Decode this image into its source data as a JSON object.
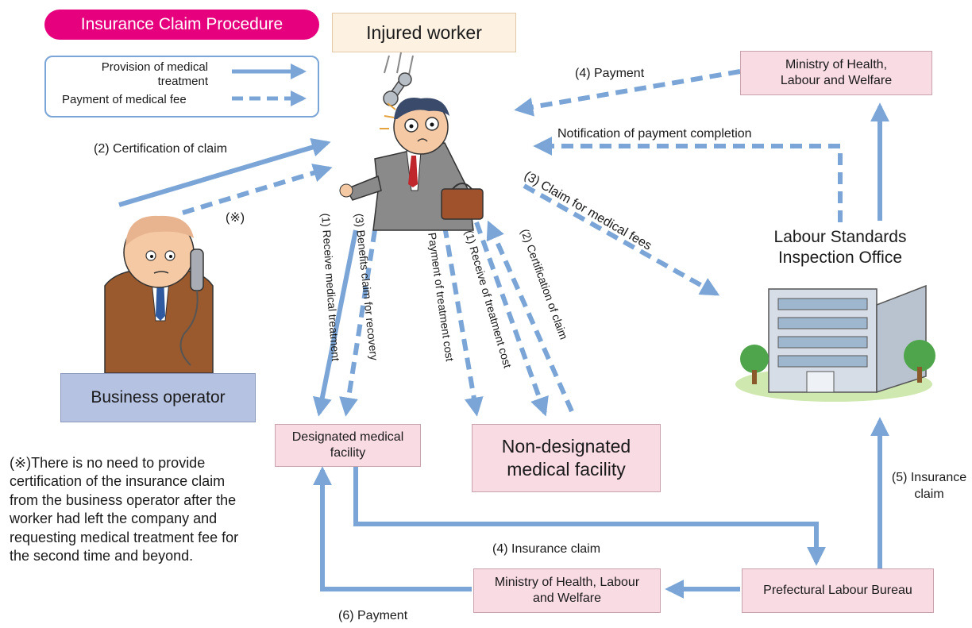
{
  "title_badge": "Insurance Claim Procedure",
  "legend": {
    "solid_label": "Provision of medical treatment",
    "dashed_label": "Payment of medical fee"
  },
  "nodes": {
    "injured_worker": "Injured worker",
    "mhlw_top": "Ministry of Health, Labour and Welfare",
    "lsio": "Labour Standards Inspection Office",
    "business_operator": "Business operator",
    "designated_facility": "Designated medical facility",
    "non_designated_facility": "Non-designated medical facility",
    "mhlw_bottom": "Ministry of Health, Labour and Welfare",
    "prefectural_bureau": "Prefectural Labour Bureau"
  },
  "flows": {
    "payment_4_top": "(4) Payment",
    "notification": "Notification of payment completion",
    "certification_2_left": "(2) Certification of claim",
    "note_mark": "(※)",
    "claim_medical_fees_3": "(3) Claim for medical fees",
    "receive_treatment_1": "(1) Receive medical treatment",
    "benefits_claim_3": "(3) Benefits claim for recovery",
    "payment_treatment_cost": "Payment of treatment cost",
    "receive_treatment_cost_1": "(1) Receive of treatment cost",
    "certification_2_right": "(2) Certification of claim",
    "insurance_claim_4": "(4) Insurance claim",
    "insurance_claim_5": "(5) Insurance claim",
    "payment_6": "(6) Payment"
  },
  "footnote": "(※)There is no need to provide certification of the insurance claim from the business operator after the worker had left the company and requesting medical treatment fee for the second time and beyond.",
  "colors": {
    "arrow": "#7aa5d6",
    "badge": "#e6007e",
    "pink_box": "#f9dbe4",
    "blue_box": "#b6c2e2",
    "injured_box": "#fdf1e2"
  }
}
